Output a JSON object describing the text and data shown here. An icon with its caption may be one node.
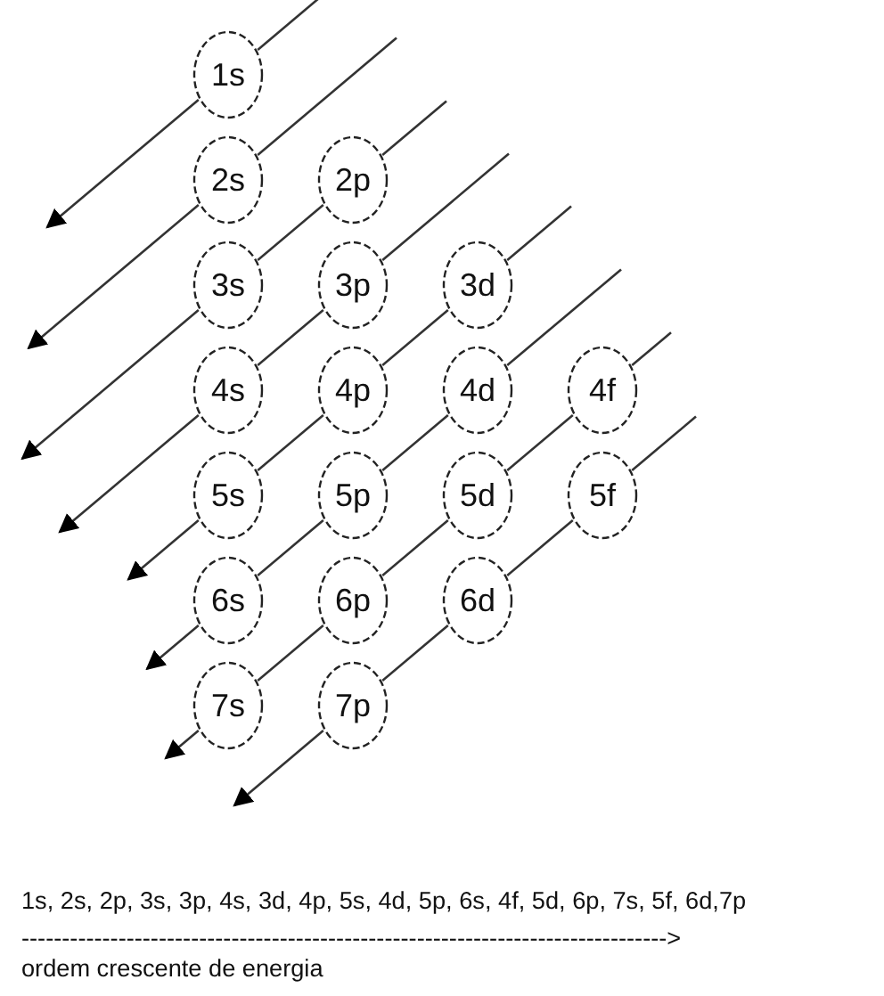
{
  "diagram": {
    "nodes": [
      {
        "text": [
          "1s"
        ]
      },
      {
        "text": [
          "2s"
        ]
      },
      {
        "text": [
          "2p"
        ]
      },
      {
        "text": [
          "3s"
        ]
      },
      {
        "text": [
          "3p"
        ]
      },
      {
        "text": [
          "3d"
        ]
      },
      {
        "text": [
          "4s"
        ]
      },
      {
        "text": [
          "4p"
        ]
      },
      {
        "text": [
          "4d"
        ]
      },
      {
        "text": [
          "4f"
        ]
      },
      {
        "text": [
          "5s"
        ]
      },
      {
        "text": [
          "5p"
        ]
      },
      {
        "text": [
          "5d"
        ]
      },
      {
        "text": [
          "5f"
        ]
      },
      {
        "text": [
          "6s"
        ]
      },
      {
        "text": [
          "6p"
        ]
      },
      {
        "text": [
          "6d"
        ]
      },
      {
        "text": [
          "7s"
        ]
      },
      {
        "text": [
          "7p"
        ]
      }
    ],
    "edges": [
      {
        "from": null,
        "to": 0,
        "arrow": "none"
      },
      {
        "from": 0,
        "to": null,
        "arrow": "to"
      },
      {
        "from": null,
        "to": 1,
        "arrow": "none"
      },
      {
        "from": 1,
        "to": null,
        "arrow": "to"
      },
      {
        "from": null,
        "to": 2,
        "arrow": "none"
      },
      {
        "from": 2,
        "to": 3,
        "arrow": "none"
      },
      {
        "from": 3,
        "to": null,
        "arrow": "to"
      },
      {
        "from": null,
        "to": 4,
        "arrow": "none"
      },
      {
        "from": 4,
        "to": 6,
        "arrow": "none"
      },
      {
        "from": 6,
        "to": null,
        "arrow": "to"
      },
      {
        "from": null,
        "to": 5,
        "arrow": "none"
      },
      {
        "from": 5,
        "to": 7,
        "arrow": "none"
      },
      {
        "from": 7,
        "to": 10,
        "arrow": "none"
      },
      {
        "from": 10,
        "to": null,
        "arrow": "to"
      },
      {
        "from": null,
        "to": 8,
        "arrow": "none"
      },
      {
        "from": 8,
        "to": 11,
        "arrow": "none"
      },
      {
        "from": 11,
        "to": 14,
        "arrow": "none"
      },
      {
        "from": 14,
        "to": null,
        "arrow": "to"
      },
      {
        "from": null,
        "to": 9,
        "arrow": "none"
      },
      {
        "from": 9,
        "to": 12,
        "arrow": "none"
      },
      {
        "from": 12,
        "to": 15,
        "arrow": "none"
      },
      {
        "from": 15,
        "to": 17,
        "arrow": "none"
      },
      {
        "from": 17,
        "to": null,
        "arrow": "to"
      },
      {
        "from": null,
        "to": 13,
        "arrow": "none"
      },
      {
        "from": 13,
        "to": 16,
        "arrow": "none"
      },
      {
        "from": 16,
        "to": 18,
        "arrow": "none"
      },
      {
        "from": 18,
        "to": null,
        "arrow": "to"
      }
    ],
    "labels": [
      "1s, 2s, 2p, 3s, 3p, 4s, 3d, 4p, 5s, 4d, 5p, 6s, 4f, 5d, 6p, 7s, 5f, 6d,7p",
      "-------------------------------------------------------------------------------->",
      "ordem crescente de energia"
    ]
  }
}
